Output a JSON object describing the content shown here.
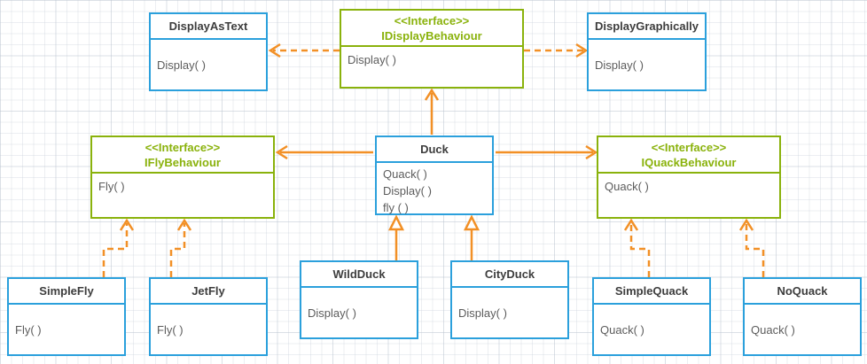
{
  "diagram": {
    "colors": {
      "class_border": "#2ba0dc",
      "interface_border": "#8ab20c",
      "interface_text": "#8ab20c",
      "connector": "#f29026",
      "title_text": "#3d3d3d",
      "method_text": "#5c5c5c"
    },
    "classes": {
      "display_as_text": {
        "title": "DisplayAsText",
        "methods": [
          "Display( )"
        ]
      },
      "i_display": {
        "stereotype": "<<Interface>>",
        "title": "IDisplayBehaviour",
        "methods": [
          "Display( )"
        ]
      },
      "display_graphically": {
        "title": "DisplayGraphically",
        "methods": [
          "Display( )"
        ]
      },
      "i_fly": {
        "stereotype": "<<Interface>>",
        "title": "IFlyBehaviour",
        "methods": [
          "Fly( )"
        ]
      },
      "duck": {
        "title": "Duck",
        "methods": [
          "Quack( )",
          "Display( )",
          "fly ( )"
        ]
      },
      "i_quack": {
        "stereotype": "<<Interface>>",
        "title": "IQuackBehaviour",
        "methods": [
          "Quack( )"
        ]
      },
      "simple_fly": {
        "title": "SimpleFly",
        "methods": [
          "Fly( )"
        ]
      },
      "jet_fly": {
        "title": "JetFly",
        "methods": [
          "Fly( )"
        ]
      },
      "wild_duck": {
        "title": "WildDuck",
        "methods": [
          "Display( )"
        ]
      },
      "city_duck": {
        "title": "CityDuck",
        "methods": [
          "Display( )"
        ]
      },
      "simple_quack": {
        "title": "SimpleQuack",
        "methods": [
          "Quack( )"
        ]
      },
      "no_quack": {
        "title": "NoQuack",
        "methods": [
          "Quack( )"
        ]
      }
    },
    "relationships": [
      {
        "from": "IDisplayBehaviour",
        "to": "DisplayAsText",
        "style": "dashed-open-arrow"
      },
      {
        "from": "IDisplayBehaviour",
        "to": "DisplayGraphically",
        "style": "dashed-open-arrow"
      },
      {
        "from": "Duck",
        "to": "IDisplayBehaviour",
        "style": "solid-open-arrow"
      },
      {
        "from": "Duck",
        "to": "IFlyBehaviour",
        "style": "solid-open-arrow"
      },
      {
        "from": "Duck",
        "to": "IQuackBehaviour",
        "style": "solid-open-arrow"
      },
      {
        "from": "WildDuck",
        "to": "Duck",
        "style": "generalization-hollow-triangle"
      },
      {
        "from": "CityDuck",
        "to": "Duck",
        "style": "generalization-hollow-triangle"
      },
      {
        "from": "SimpleFly",
        "to": "IFlyBehaviour",
        "style": "dashed-open-arrow"
      },
      {
        "from": "JetFly",
        "to": "IFlyBehaviour",
        "style": "dashed-open-arrow"
      },
      {
        "from": "SimpleQuack",
        "to": "IQuackBehaviour",
        "style": "dashed-open-arrow"
      },
      {
        "from": "NoQuack",
        "to": "IQuackBehaviour",
        "style": "dashed-open-arrow"
      }
    ]
  }
}
